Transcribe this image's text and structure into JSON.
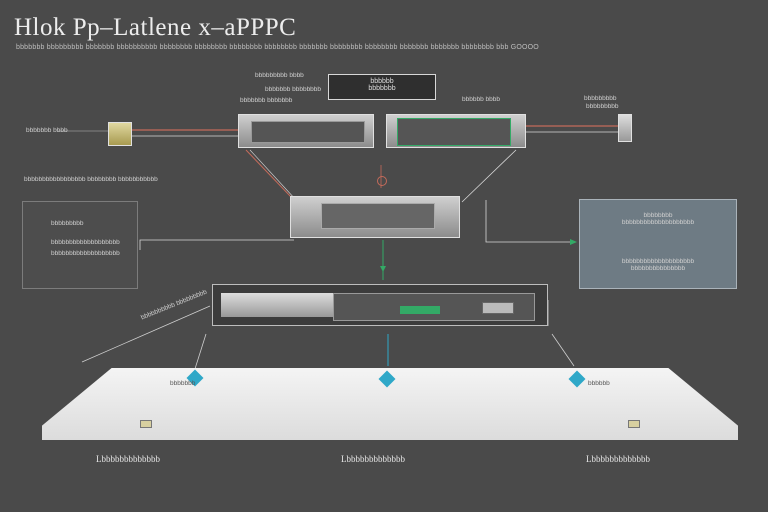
{
  "title": "Hlok Pp–Latlene x–aPPPC",
  "subtitle": "bbbbbbb bbbbbbbbb bbbbbbb bbbbbbbbbb bbbbbbbb bbbbbbbb bbbbbbbb bbbbbbbb bbbbbbb bbbbbbbb bbbbbbbb bbbbbbb bbbbbbb bbbbbbbb bbb GOOOO",
  "top_label": "bbbbbbbbb bbbb",
  "top_box": {
    "line1": "bbbbbb",
    "line2": "bbbbbbb"
  },
  "labels": {
    "left_connector": "bbbbbbb bbbb",
    "mid_left_upper": "bbbbbbb bbbbbbbb",
    "mid_left_lower": "bbbbbbb bbbbbbb",
    "right_top": "bbbbbb bbbb",
    "far_right_upper": "bbbbbbbbb",
    "far_right_lower": "bbbbbbbbb",
    "left_caption": "bbbbbbbbbbbbbbbbb bbbbbbbb bbbbbbbbbbb",
    "left_flow": "bbbbbbbbbb bbbbbbbbb"
  },
  "left_panel": {
    "line1": "bbbbbbbbb",
    "line2": "bbbbbbbbbbbbbbbbbbb",
    "line3": "bbbbbbbbbbbbbbbbbbb"
  },
  "right_panel": {
    "line1": "bbbbbbbb",
    "line2": "bbbbbbbbbbbbbbbbbbbb",
    "line3": "bbbbbbbbbbbbbbbbbbbb",
    "line4": "bbbbbbbbbbbbbbb"
  },
  "bottom_labels": [
    "Lbbbbbbbbbbbbb",
    "Lbbbbbbbbbbbbb",
    "Lbbbbbbbbbbbbb"
  ],
  "floor_tags": [
    "bbbbbbb",
    "",
    "bbbbbb"
  ],
  "colors": {
    "background": "#4a4a4a",
    "accent_green": "#33aa66",
    "accent_teal": "#2fa8c8",
    "wire_red": "#c46a5a",
    "note_box": "#6e7b84"
  }
}
